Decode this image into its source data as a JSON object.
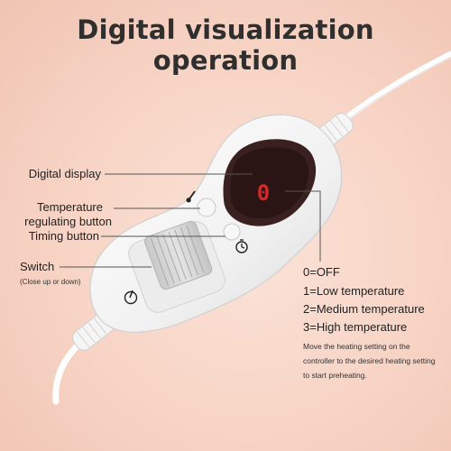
{
  "title": "Digital visualization operation",
  "labels": {
    "digital_display": "Digital display",
    "temperature_button_line1": "Temperature",
    "temperature_button_line2": "regulating button",
    "timing_button": "Timing button",
    "switch": "Switch",
    "switch_note": "(Close up or down)"
  },
  "display_digit": "0",
  "legend": [
    "0=OFF",
    "1=Low temperature",
    "2=Medium temperature",
    "3=High temperature"
  ],
  "note": "Move the heating setting on the controller to the desired heating setting to start preheating.",
  "colors": {
    "title": "#2f2f2f",
    "background": "#f7d3c4",
    "controller": "#f4f4f4",
    "display_panel": "#2a1414",
    "digit": "#d62a2a"
  },
  "icons": [
    "thermometer-icon",
    "timer-icon",
    "power-icon"
  ]
}
